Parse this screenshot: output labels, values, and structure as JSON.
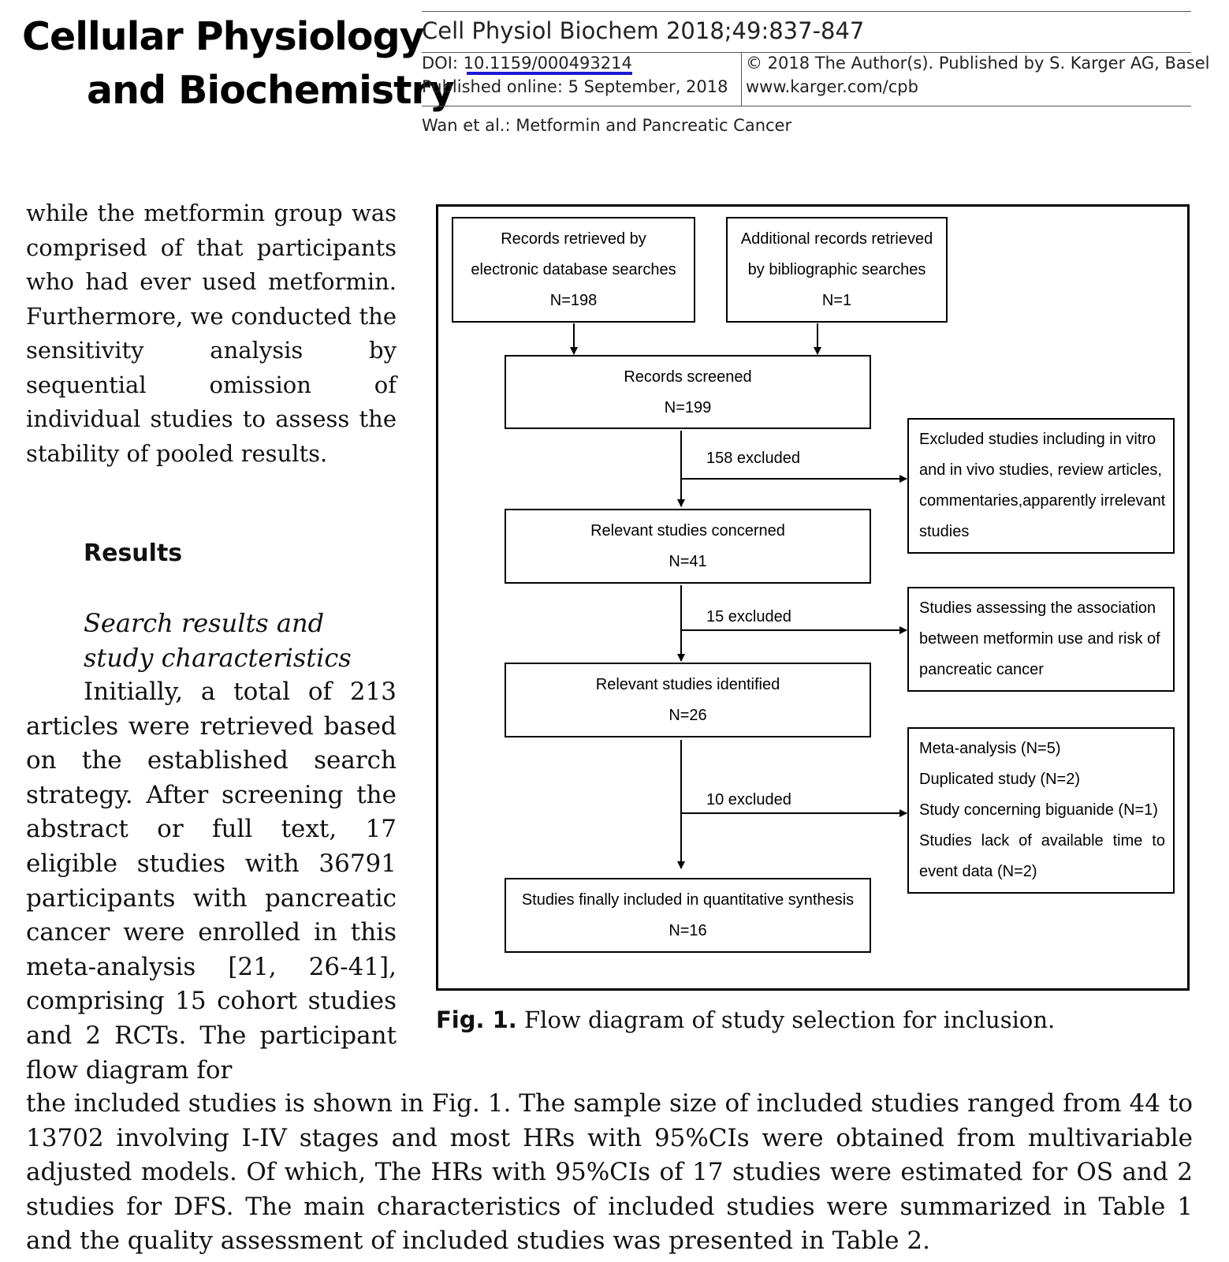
{
  "journal": {
    "title_line1": "Cellular Physiology",
    "title_line2": "and Biochemistry"
  },
  "header": {
    "citation": "Cell Physiol Biochem 2018;49:837-847",
    "doi_label": "DOI: ",
    "doi": "10.1159/000493214",
    "published": "Published online: 5 September, 2018",
    "copyright": "© 2018 The Author(s). Published by S. Karger AG, Basel",
    "website": "www.karger.com/cpb",
    "running_title": "Wan et al.: Metformin and Pancreatic Cancer"
  },
  "body": {
    "lead_paragraph": "while the metformin group was comprised of that participants who had ever used metformin. Furthermore, we conducted the sensitivity analysis by sequential omission of individual studies to assess the stability of pooled results.",
    "section_heading": "Results",
    "subheading": "Search results and study characteristics",
    "paragraph_col": "Initially, a total of 213 articles were retrieved based on the established search strategy. After screening the abstract or full text, 17 eligible studies with 36791 participants with pancreatic cancer were enrolled in this meta-analysis [21, 26-41], comprising 15 cohort studies and 2 RCTs. The participant flow diagram for",
    "paragraph_full": "the included studies is shown in Fig. 1. The sample size of included studies ranged from 44 to 13702 involving I-IV stages and most HRs with 95%CIs were obtained from multivariable adjusted models. Of which, The HRs with 95%CIs of 17 studies were estimated for OS and 2 studies for DFS. The main characteristics of included studies were summarized in Table 1 and the quality assessment of included studies was presented in Table 2."
  },
  "figure": {
    "boxes": {
      "records_db": [
        "Records retrieved by",
        "electronic database searches",
        "N=198"
      ],
      "records_bib": [
        "Additional records retrieved",
        "by bibliographic searches",
        "N=1"
      ],
      "screened": [
        "Records screened",
        "N=199"
      ],
      "concerned": [
        "Relevant studies concerned",
        "N=41"
      ],
      "identified": [
        "Relevant studies identified",
        "N=26"
      ],
      "included": [
        "Studies finally included in quantitative synthesis",
        "N=16"
      ],
      "excl1": [
        "Excluded studies including in vitro",
        "and in vivo studies, review articles,",
        "commentaries,apparently irrelevant",
        "studies"
      ],
      "excl2": [
        "Studies assessing the association",
        "between metformin use and risk of",
        "pancreatic cancer"
      ],
      "excl3": [
        "Meta-analysis (N=5)",
        "Duplicated study (N=2)",
        "Study concerning biguanide (N=1)",
        "Studies lack of available time to",
        "event data (N=2)"
      ]
    },
    "excluded_labels": [
      "158 excluded",
      "15 excluded",
      "10 excluded"
    ],
    "caption_label": "Fig. 1.",
    "caption_text": " Flow diagram of study selection for inclusion."
  }
}
